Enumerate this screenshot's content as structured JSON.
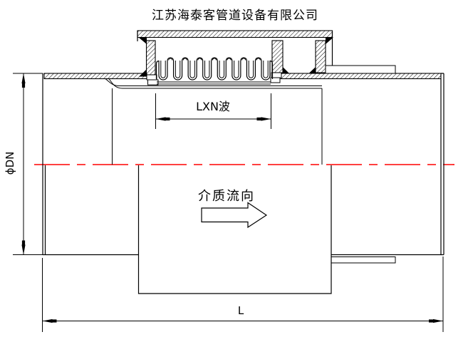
{
  "title": {
    "text": "江苏海泰客管道设备有限公司",
    "color": "#ff0000"
  },
  "labels": {
    "bellows_wave_dimension": "LXN波",
    "nominal_diameter": "ϕDN",
    "flow_direction": "介质流向",
    "total_length": "L"
  },
  "colors": {
    "line": "#000000",
    "centerline": "#ff0000",
    "background": "#ffffff"
  }
}
